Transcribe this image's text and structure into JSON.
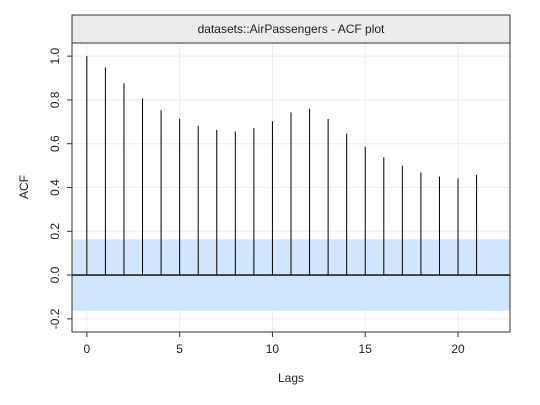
{
  "chart_data": {
    "type": "bar",
    "title": "datasets::AirPassengers - ACF plot",
    "xlabel": "Lags",
    "ylabel": "ACF",
    "x": [
      0,
      1,
      2,
      3,
      4,
      5,
      6,
      7,
      8,
      9,
      10,
      11,
      12,
      13,
      14,
      15,
      16,
      17,
      18,
      19,
      20,
      21
    ],
    "values": [
      1.0,
      0.948,
      0.876,
      0.807,
      0.753,
      0.714,
      0.682,
      0.663,
      0.656,
      0.671,
      0.703,
      0.743,
      0.76,
      0.713,
      0.646,
      0.586,
      0.538,
      0.5,
      0.469,
      0.45,
      0.442,
      0.457
    ],
    "confidence_band": [
      -0.163,
      0.163
    ],
    "xlim": [
      -0.8,
      22.8
    ],
    "ylim": [
      -0.26,
      1.06
    ],
    "x_ticks": [
      0,
      5,
      10,
      15,
      20
    ],
    "y_ticks": [
      -0.2,
      0.0,
      0.2,
      0.4,
      0.6,
      0.8,
      1.0
    ],
    "x_tick_labels": [
      "0",
      "5",
      "10",
      "15",
      "20"
    ],
    "y_tick_labels": [
      "-0.2",
      "0.0",
      "0.2",
      "0.4",
      "0.6",
      "0.8",
      "1.0"
    ],
    "grid": true,
    "colors": {
      "band": "#cfe6fd",
      "stem": "#000000",
      "zero_line": "#000000",
      "grid": "#eeeeee",
      "strip": "#ececec"
    }
  }
}
